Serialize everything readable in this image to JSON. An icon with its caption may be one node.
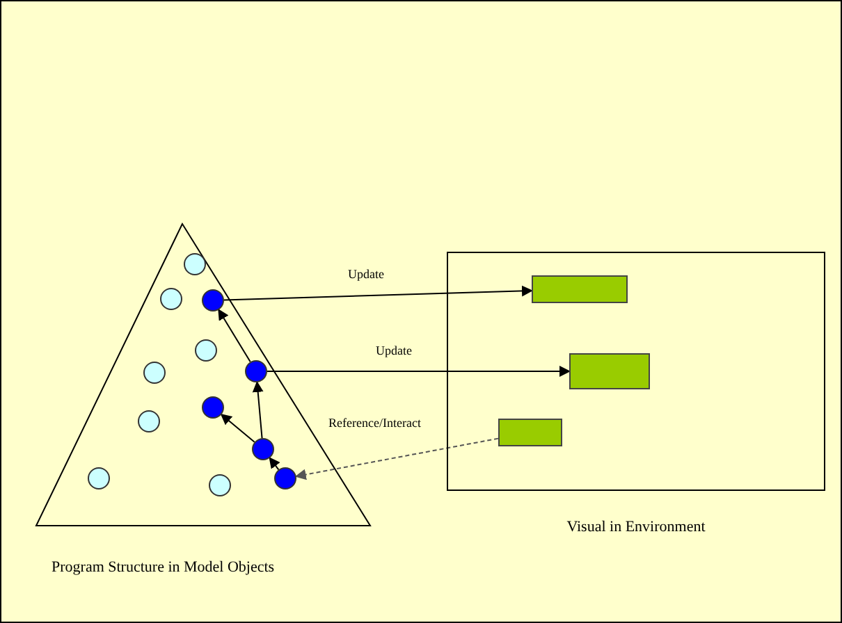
{
  "diagram": {
    "nodes": [
      {
        "text": [
          "Program Structure in Model Objects"
        ]
      },
      {
        "text": [
          "Visual in Environment"
        ]
      },
      {
        "text": [],
        "shape": "circle",
        "in": 0
      },
      {
        "text": [],
        "shape": "circle",
        "in": 0
      },
      {
        "text": [],
        "shape": "circle",
        "in": 0
      },
      {
        "text": [],
        "shape": "circle",
        "in": 0
      },
      {
        "text": [],
        "shape": "circle",
        "in": 0
      },
      {
        "text": [],
        "shape": "circle",
        "in": 0
      },
      {
        "text": [],
        "shape": "circle",
        "in": 0
      },
      {
        "text": [],
        "shape": "circle",
        "in": 0
      },
      {
        "text": [],
        "shape": "circle",
        "in": 0
      },
      {
        "text": [],
        "shape": "circle",
        "in": 0
      },
      {
        "text": [],
        "shape": "circle",
        "in": 0
      },
      {
        "text": [],
        "shape": "circle",
        "in": 0
      },
      {
        "text": [],
        "shape": "box",
        "in": 1
      },
      {
        "text": [],
        "shape": "box",
        "in": 1
      },
      {
        "text": [],
        "shape": "box",
        "in": 1
      }
    ],
    "edges": [
      {
        "from": 4,
        "to": 14,
        "arrow": "to",
        "label": "Update"
      },
      {
        "from": 6,
        "to": 15,
        "arrow": "to",
        "label": "Update"
      },
      {
        "from": 16,
        "to": 12,
        "arrow": "to",
        "label": "Reference/Interact",
        "style": "dashed",
        "color": "#555555"
      },
      {
        "from": 12,
        "to": 10,
        "arrow": "to"
      },
      {
        "from": 10,
        "to": 6,
        "arrow": "to"
      },
      {
        "from": 10,
        "to": 8,
        "arrow": "to"
      },
      {
        "from": 6,
        "to": 4,
        "arrow": "to"
      }
    ]
  }
}
